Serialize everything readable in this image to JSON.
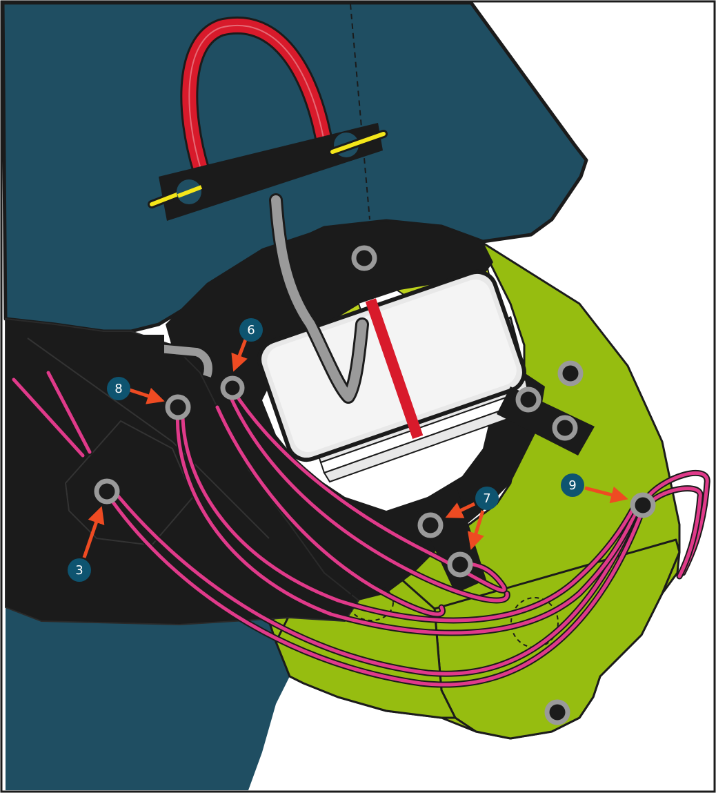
{
  "colors": {
    "background": "#ffffff",
    "container_blue": "#1f4e62",
    "flap_black": "#1b1b1b",
    "panel_green": "#96bd10",
    "panel_green_light": "#bcd21c",
    "loop_pink": "#e03a8a",
    "handle_red": "#d81a2b",
    "pin_yellow": "#f4e61a",
    "grommet_grey": "#9a9a9a",
    "arrow_orange": "#ee4b22",
    "badge_blue": "#0e5470",
    "pack_light": "#e8e8e8"
  },
  "callouts": [
    {
      "id": "grommet-3",
      "number": "3"
    },
    {
      "id": "grommet-6",
      "number": "6"
    },
    {
      "id": "grommet-7",
      "number": "7"
    },
    {
      "id": "grommet-8",
      "number": "8"
    },
    {
      "id": "grommet-9",
      "number": "9"
    }
  ]
}
